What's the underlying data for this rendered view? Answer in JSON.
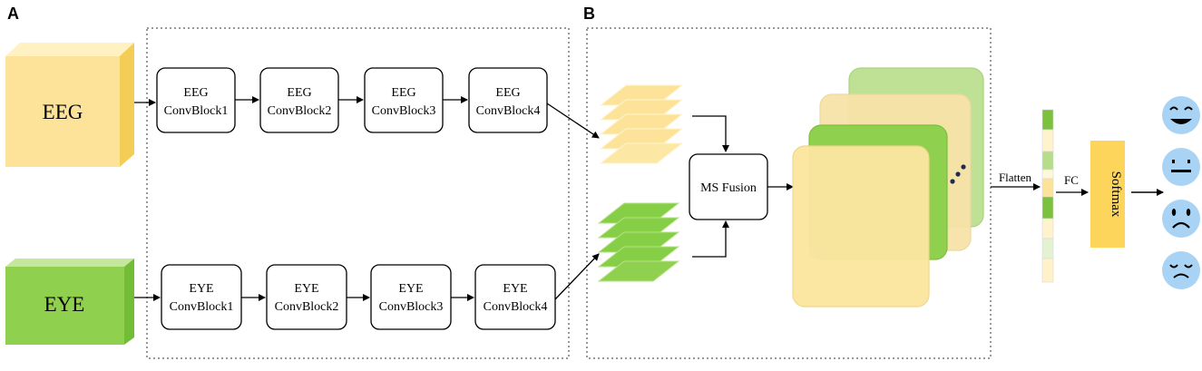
{
  "panels": {
    "a": "A",
    "b": "B"
  },
  "inputs": {
    "eeg": "EEG",
    "eye": "EYE"
  },
  "eeg_blocks": [
    {
      "line1": "EEG",
      "line2": "ConvBlock1"
    },
    {
      "line1": "EEG",
      "line2": "ConvBlock2"
    },
    {
      "line1": "EEG",
      "line2": "ConvBlock3"
    },
    {
      "line1": "EEG",
      "line2": "ConvBlock4"
    }
  ],
  "eye_blocks": [
    {
      "line1": "EYE",
      "line2": "ConvBlock1"
    },
    {
      "line1": "EYE",
      "line2": "ConvBlock2"
    },
    {
      "line1": "EYE",
      "line2": "ConvBlock3"
    },
    {
      "line1": "EYE",
      "line2": "ConvBlock4"
    }
  ],
  "fusion": "MS Fusion",
  "flatten": "Flatten",
  "fc": "FC",
  "softmax": "Softmax",
  "emotions": [
    "happy",
    "neutral",
    "sad",
    "fear"
  ],
  "colors": {
    "eeg_yellow": "#fbe08e",
    "eeg_yellow_dark": "#f2c94c",
    "eye_green": "#8fd14f",
    "eye_green_dark": "#6ab22f",
    "softmax": "#fdd55b",
    "face": "#a9d3f5"
  }
}
